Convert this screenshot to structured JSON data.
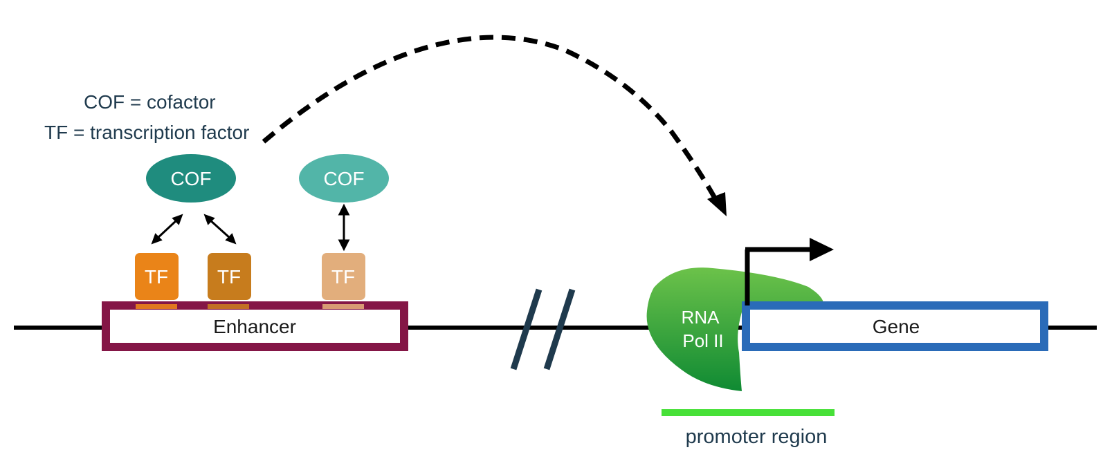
{
  "legend": {
    "line1": "COF = cofactor",
    "line2": "TF = transcription factor"
  },
  "cofactors": [
    {
      "label": "COF",
      "color": "#1f8c7e"
    },
    {
      "label": "COF",
      "color": "#52b5a8"
    }
  ],
  "transcription_factors": [
    {
      "label": "TF",
      "color": "#ea8418"
    },
    {
      "label": "TF",
      "color": "#c77c1d"
    },
    {
      "label": "TF",
      "color": "#e2ae7c"
    }
  ],
  "enhancer": {
    "label": "Enhancer",
    "border_color": "#841646"
  },
  "polymerase": {
    "line1": "RNA",
    "line2": "Pol II",
    "color": "#4aab3c"
  },
  "gene": {
    "label": "Gene",
    "border_color": "#2a6bb8"
  },
  "promoter": {
    "label": "promoter region",
    "highlight_color": "#33dd22"
  },
  "colors": {
    "dna_line": "#000000",
    "break_mark": "#1f3a4d",
    "text": "#1f3a4d"
  }
}
